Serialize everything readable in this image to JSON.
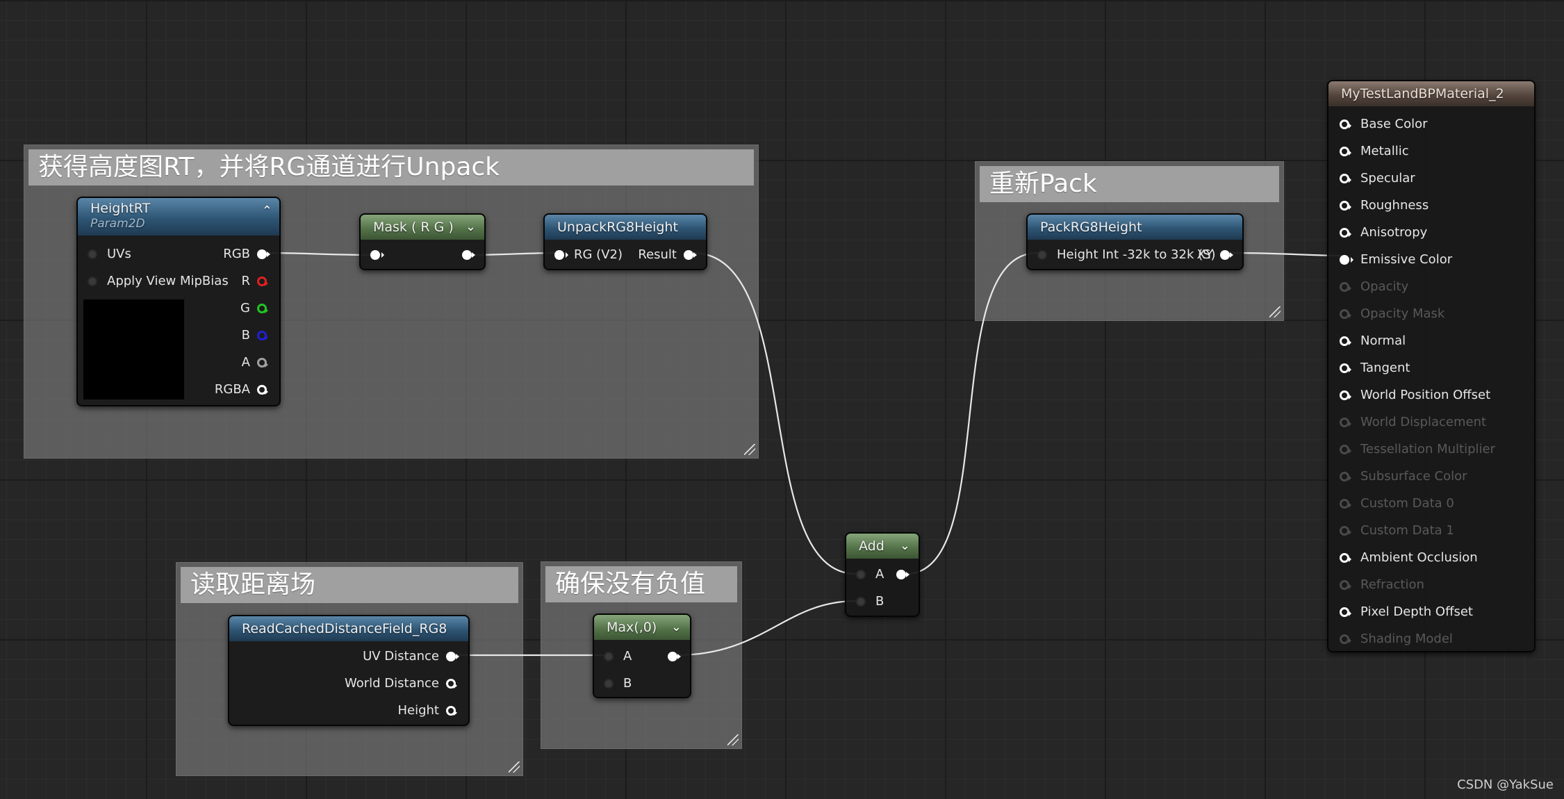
{
  "comments": {
    "unpack": "获得高度图RT，并将RG通道进行Unpack",
    "repack": "重新Pack",
    "read_df": "读取距离场",
    "no_negative": "确保没有负值"
  },
  "nodes": {
    "height_rt": {
      "title": "HeightRT",
      "subtitle": "Param2D",
      "inputs": [
        "UVs",
        "Apply View MipBias"
      ],
      "outputs": [
        "RGB",
        "R",
        "G",
        "B",
        "A",
        "RGBA"
      ]
    },
    "mask": {
      "title": "Mask ( R G )"
    },
    "unpack": {
      "title": "UnpackRG8Height",
      "input": "RG (V2)",
      "output": "Result"
    },
    "pack": {
      "title": "PackRG8Height",
      "input": "Height Int -32k to 32k (S)",
      "output": "XY"
    },
    "read_cached": {
      "title": "ReadCachedDistanceField_RG8",
      "outputs": [
        "UV Distance",
        "World Distance",
        "Height"
      ]
    },
    "max": {
      "title": "Max(,0)",
      "inputs": [
        "A",
        "B"
      ]
    },
    "add": {
      "title": "Add",
      "inputs": [
        "A",
        "B"
      ]
    },
    "material": {
      "title": "MyTestLandBPMaterial_2",
      "pins": [
        {
          "label": "Base Color",
          "enabled": true
        },
        {
          "label": "Metallic",
          "enabled": true
        },
        {
          "label": "Specular",
          "enabled": true
        },
        {
          "label": "Roughness",
          "enabled": true
        },
        {
          "label": "Anisotropy",
          "enabled": true
        },
        {
          "label": "Emissive Color",
          "enabled": true
        },
        {
          "label": "Opacity",
          "enabled": false
        },
        {
          "label": "Opacity Mask",
          "enabled": false
        },
        {
          "label": "Normal",
          "enabled": true
        },
        {
          "label": "Tangent",
          "enabled": true
        },
        {
          "label": "World Position Offset",
          "enabled": true
        },
        {
          "label": "World Displacement",
          "enabled": false
        },
        {
          "label": "Tessellation Multiplier",
          "enabled": false
        },
        {
          "label": "Subsurface Color",
          "enabled": false
        },
        {
          "label": "Custom Data 0",
          "enabled": false
        },
        {
          "label": "Custom Data 1",
          "enabled": false
        },
        {
          "label": "Ambient Occlusion",
          "enabled": true
        },
        {
          "label": "Refraction",
          "enabled": false
        },
        {
          "label": "Pixel Depth Offset",
          "enabled": true
        },
        {
          "label": "Shading Model",
          "enabled": false
        }
      ]
    }
  },
  "watermark": "CSDN @YakSue",
  "colors": {
    "comment_title": "#a0a0a0",
    "header_blue": "#2e5574",
    "header_green": "#55744a",
    "header_material": "#55463e"
  }
}
